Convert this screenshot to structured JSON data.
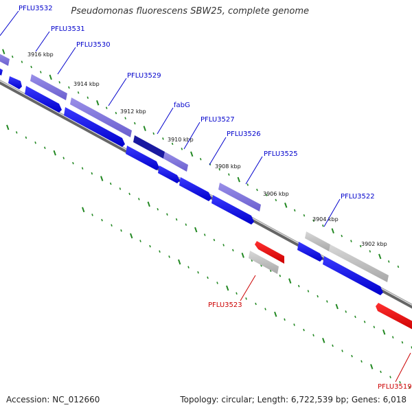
{
  "title": "Pseudomonas fluorescens SBW25, complete genome",
  "footer": {
    "accession": "Accession: NC_012660",
    "summary": "Topology: circular; Length: 6,722,539 bp; Genes: 6,018"
  },
  "colors": {
    "forward_gene": "#0000ee",
    "forward_label": "#0000cc",
    "reverse_gene": "#ee0000",
    "reverse_label": "#cc0000",
    "cds_band": "#7a6fd6",
    "pseudo_band": "#b0b0b0",
    "backbone": "#777777",
    "tick": "#228822"
  },
  "tick_labels": [
    "3916 kbp",
    "3914 kbp",
    "3912 kbp",
    "3910 kbp",
    "3908 kbp",
    "3906 kbp",
    "3904 kbp",
    "3902 kbp"
  ],
  "forward_gene_labels": [
    "PFLU3532",
    "PFLU3531",
    "PFLU3530",
    "PFLU3529",
    "fabG",
    "PFLU3527",
    "PFLU3526",
    "PFLU3525",
    "PFLU3522"
  ],
  "reverse_gene_labels": [
    "PFLU3523",
    "PFLU3519"
  ]
}
